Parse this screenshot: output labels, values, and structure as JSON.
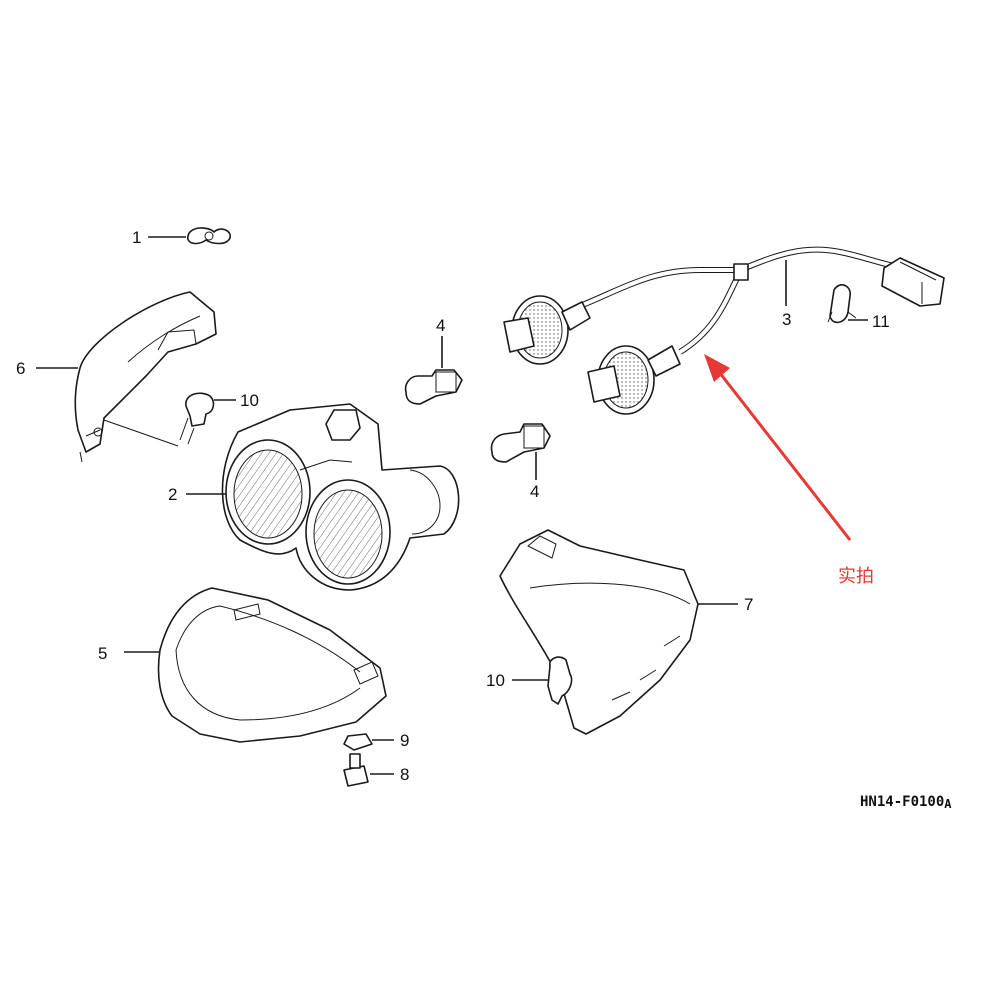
{
  "diagram": {
    "callouts": [
      {
        "id": "1",
        "label": "1"
      },
      {
        "id": "2",
        "label": "2"
      },
      {
        "id": "3",
        "label": "3"
      },
      {
        "id": "4a",
        "label": "4"
      },
      {
        "id": "4b",
        "label": "4"
      },
      {
        "id": "5",
        "label": "5"
      },
      {
        "id": "6",
        "label": "6"
      },
      {
        "id": "7",
        "label": "7"
      },
      {
        "id": "8",
        "label": "8"
      },
      {
        "id": "9",
        "label": "9"
      },
      {
        "id": "10a",
        "label": "10"
      },
      {
        "id": "10b",
        "label": "10"
      },
      {
        "id": "11",
        "label": "11"
      }
    ],
    "reference_code": "HN14-F0100",
    "reference_suffix": "A",
    "annotation": {
      "text": "实拍",
      "color": "#e53935"
    }
  }
}
